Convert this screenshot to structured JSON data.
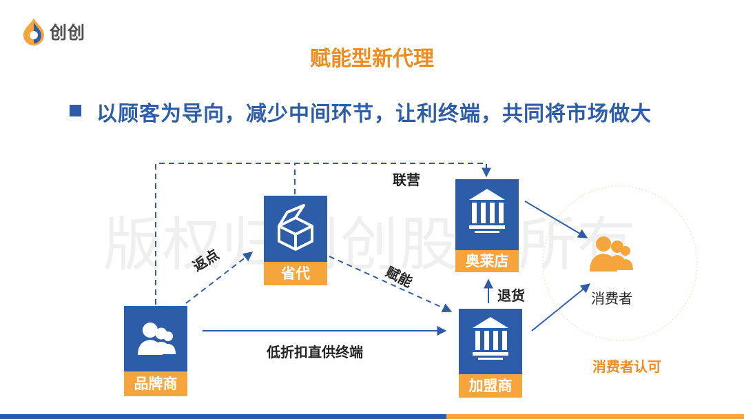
{
  "logo": {
    "text": "创创"
  },
  "title": "赋能型新代理",
  "subtitle": "以顾客为导向，减少中间环节，让利终端，共同将市场做大",
  "watermark": "版权归创创股份所有",
  "nodes": {
    "brand": "品牌商",
    "province": "省代",
    "outlet": "奥莱店",
    "franchise": "加盟商",
    "consumer": "消费者"
  },
  "edges": {
    "rebate": "返点",
    "empower": "赋能",
    "joint": "联营",
    "return": "退货",
    "direct": "低折扣直供终端"
  },
  "note": "消费者认可",
  "colors": {
    "blue": "#2d5da8",
    "orange": "#f5a53b",
    "title": "#f08c1e"
  }
}
